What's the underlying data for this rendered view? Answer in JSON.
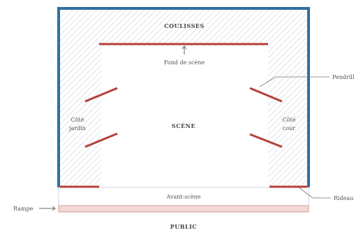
{
  "labels": {
    "coulisses": "COULISSES",
    "fond_de_scene": "Fond de scène",
    "pendrill": "Pendrill",
    "cote_jardin_line1": "Côté",
    "cote_jardin_line2": "jardin",
    "scene": "SCÈNE",
    "cote_cour_line1": "Côté",
    "cote_cour_line2": "cour",
    "avant_scene": "Avant-scène",
    "rideau": "Rideau",
    "rampe": "Rampe",
    "public": "PUBLIC"
  },
  "colors": {
    "frame": "#2f6fa0",
    "curtain": "#b5403a",
    "hatch": "#c9d2dc",
    "rampe_fill": "#f3d9d6",
    "rampe_stroke": "#d59a94",
    "text": "#555555"
  }
}
